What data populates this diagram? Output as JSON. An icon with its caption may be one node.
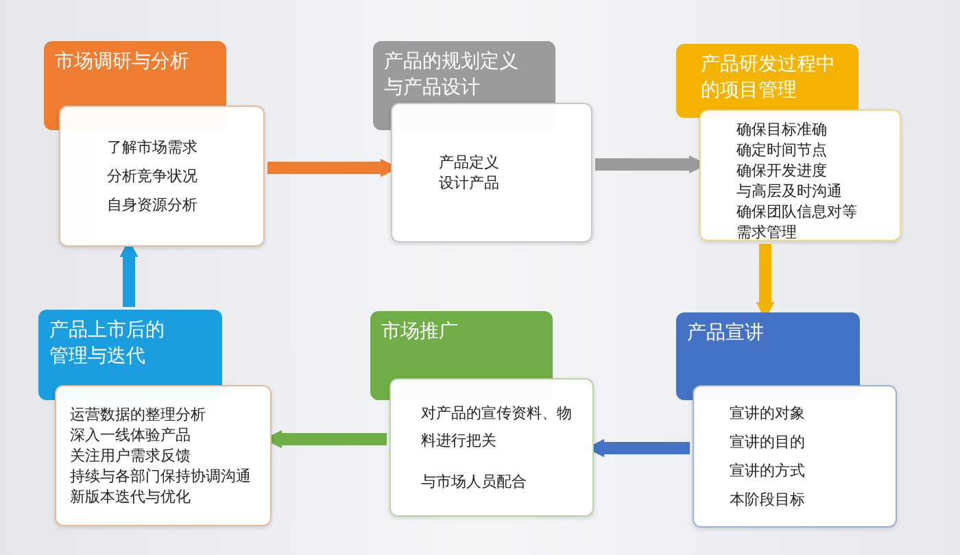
{
  "diagram": {
    "nodes": [
      {
        "text": [
          "市场调研与分析"
        ]
      },
      {
        "text": [
          "了解市场需求",
          "分析竞争状况",
          "自身资源分析"
        ]
      },
      {
        "text": [
          "产品的规划定义与产品设计"
        ]
      },
      {
        "text": [
          "产品定义",
          "设计产品"
        ]
      },
      {
        "text": [
          "产品研发过程中的项目管理"
        ]
      },
      {
        "text": [
          "确保目标准确",
          "确定时间节点",
          "确保开发进度",
          "与高层及时沟通",
          "确保团队信息对等",
          "需求管理"
        ]
      },
      {
        "text": [
          "产品上市后的管理与迭代"
        ]
      },
      {
        "text": [
          "运营数据的整理分析",
          "深入一线体验产品",
          "关注用户需求反馈",
          "持续与各部门保持协调沟通",
          "新版本迭代与优化"
        ]
      },
      {
        "text": [
          "市场推广"
        ]
      },
      {
        "text": [
          "对产品的宣传资料、物料进行把关",
          "与市场人员配合"
        ]
      },
      {
        "text": [
          "产品宣讲"
        ]
      },
      {
        "text": [
          "宣讲的对象",
          "宣讲的目的",
          "宣讲的方式",
          "本阶段目标"
        ]
      }
    ],
    "edges": [
      {
        "from": 1,
        "to": 3,
        "arrow": "to",
        "color": "#ef7d31"
      },
      {
        "from": 3,
        "to": 5,
        "arrow": "to",
        "color": "#9b9b9b"
      },
      {
        "from": 5,
        "to": 10,
        "arrow": "to",
        "color": "#f5b301"
      },
      {
        "from": 11,
        "to": 9,
        "arrow": "to",
        "color": "#4472c4"
      },
      {
        "from": 9,
        "to": 7,
        "arrow": "to",
        "color": "#70ad47"
      },
      {
        "from": 6,
        "to": 1,
        "arrow": "to",
        "color": "#1a9ee0"
      }
    ]
  }
}
